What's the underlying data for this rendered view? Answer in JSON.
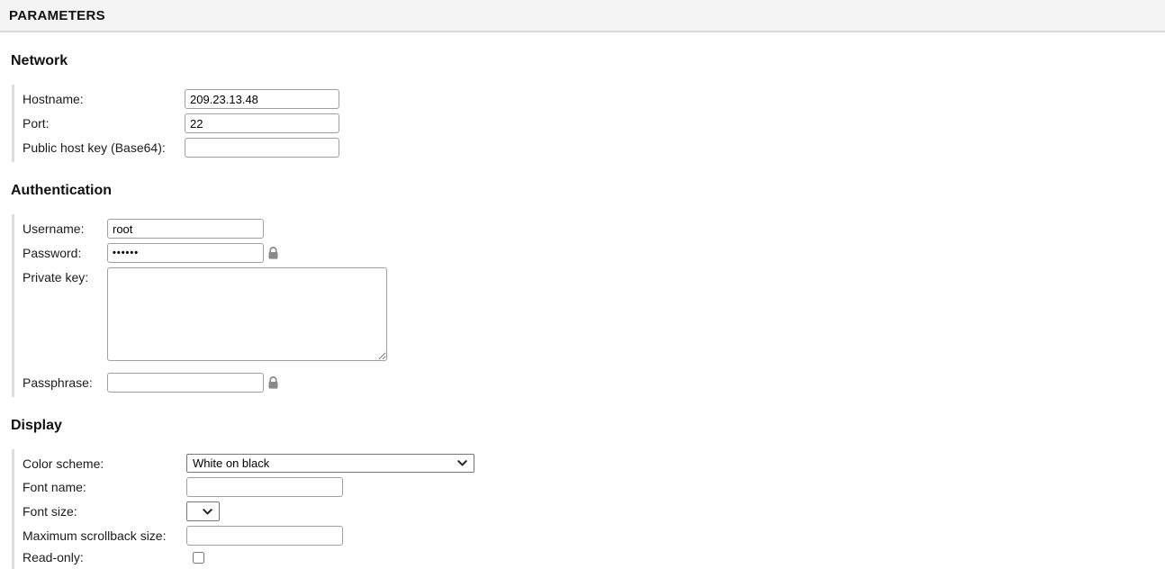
{
  "header": {
    "title": "PARAMETERS"
  },
  "sections": {
    "network": {
      "title": "Network",
      "fields": {
        "hostname": {
          "label": "Hostname:",
          "value": "209.23.13.48"
        },
        "port": {
          "label": "Port:",
          "value": "22"
        },
        "public_host_key": {
          "label": "Public host key (Base64):",
          "value": ""
        }
      }
    },
    "authentication": {
      "title": "Authentication",
      "fields": {
        "username": {
          "label": "Username:",
          "value": "root"
        },
        "password": {
          "label": "Password:",
          "value": "••••••",
          "masked": true
        },
        "private_key": {
          "label": "Private key:",
          "value": ""
        },
        "passphrase": {
          "label": "Passphrase:",
          "value": "",
          "masked": true
        }
      }
    },
    "display": {
      "title": "Display",
      "fields": {
        "color_scheme": {
          "label": "Color scheme:",
          "value": "White on black"
        },
        "font_name": {
          "label": "Font name:",
          "value": ""
        },
        "font_size": {
          "label": "Font size:",
          "value": ""
        },
        "max_scrollback": {
          "label": "Maximum scrollback size:",
          "value": ""
        },
        "read_only": {
          "label": "Read-only:",
          "checked": false
        }
      }
    }
  },
  "icons": {
    "lock": "lock-icon",
    "chevron": "chevron-down-icon"
  },
  "colors": {
    "header_bg": "#f4f4f4",
    "header_border": "#d9d9d9",
    "section_rule": "#dddddd",
    "input_border": "#a0a0a0",
    "select_border": "#767676",
    "lock_icon": "#8a8a8a",
    "text": "#1b1b1b"
  }
}
